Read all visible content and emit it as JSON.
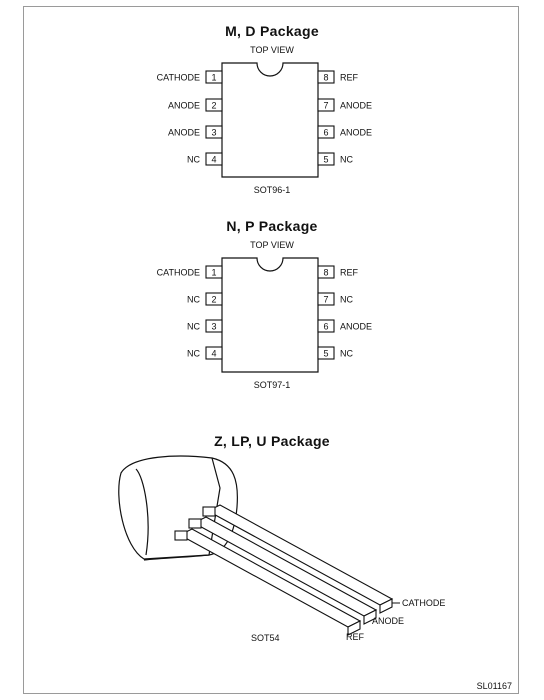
{
  "packages": [
    {
      "title": "M, D Package",
      "view": "TOP VIEW",
      "code": "SOT96-1",
      "left_pins": [
        {
          "num": "1",
          "label": "CATHODE"
        },
        {
          "num": "2",
          "label": "ANODE"
        },
        {
          "num": "3",
          "label": "ANODE"
        },
        {
          "num": "4",
          "label": "NC"
        }
      ],
      "right_pins": [
        {
          "num": "8",
          "label": "REF"
        },
        {
          "num": "7",
          "label": "ANODE"
        },
        {
          "num": "6",
          "label": "ANODE"
        },
        {
          "num": "5",
          "label": "NC"
        }
      ]
    },
    {
      "title": "N, P Package",
      "view": "TOP VIEW",
      "code": "SOT97-1",
      "left_pins": [
        {
          "num": "1",
          "label": "CATHODE"
        },
        {
          "num": "2",
          "label": "NC"
        },
        {
          "num": "3",
          "label": "NC"
        },
        {
          "num": "4",
          "label": "NC"
        }
      ],
      "right_pins": [
        {
          "num": "8",
          "label": "REF"
        },
        {
          "num": "7",
          "label": "NC"
        },
        {
          "num": "6",
          "label": "ANODE"
        },
        {
          "num": "5",
          "label": "NC"
        }
      ]
    }
  ],
  "to92": {
    "title": "Z, LP, U Package",
    "code": "SOT54",
    "pin_labels": [
      "CATHODE",
      "ANODE",
      "REF"
    ]
  },
  "figure_id": "SL01167"
}
